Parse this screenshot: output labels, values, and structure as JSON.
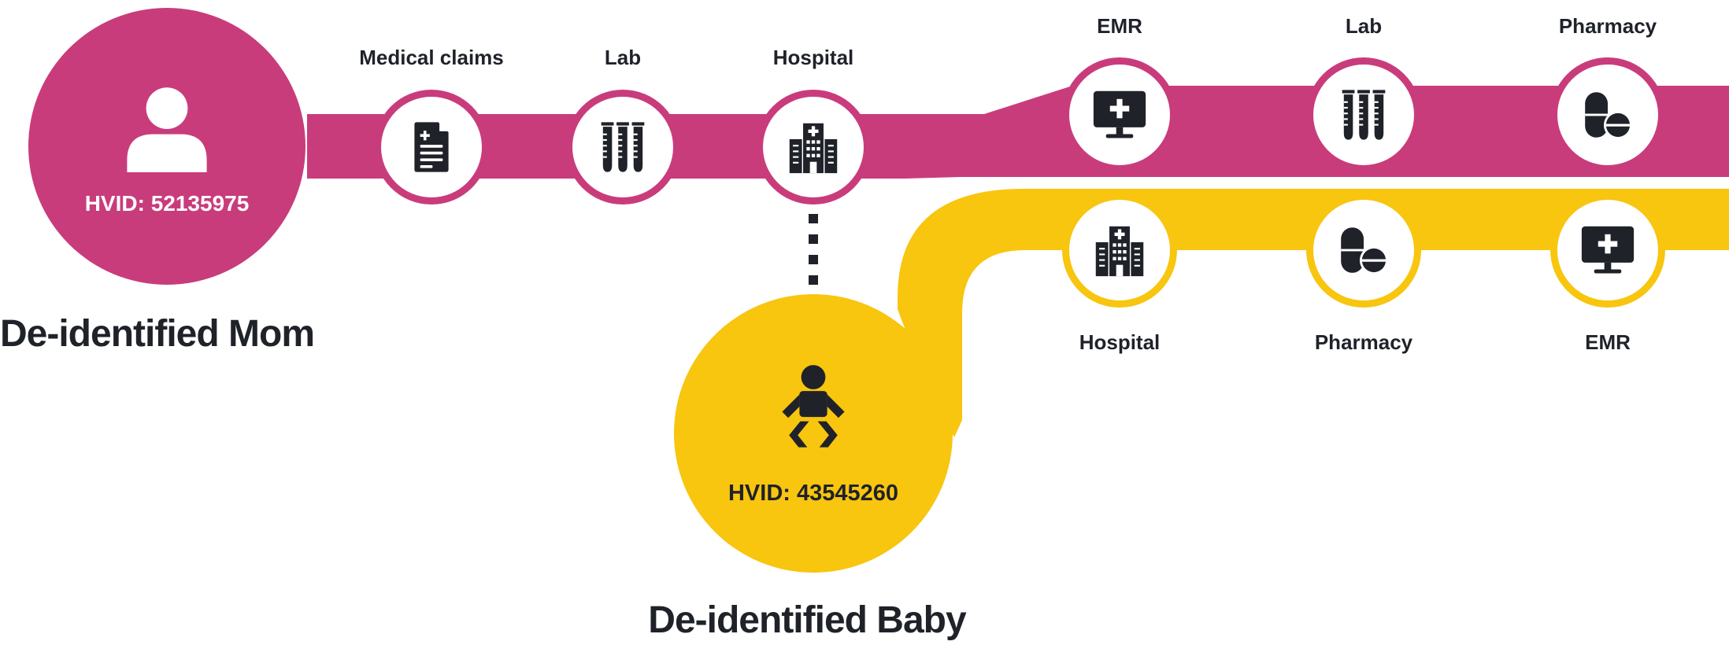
{
  "colors": {
    "mom": "#c93c7b",
    "baby": "#f8c50f",
    "ink": "#1f2229",
    "white": "#ffffff"
  },
  "mom": {
    "name": "De-identified Mom",
    "hvid": "HVID: 52135975",
    "icon": "person-icon",
    "events": [
      {
        "label": "Medical claims",
        "icon": "document-icon"
      },
      {
        "label": "Lab",
        "icon": "test-tubes-icon"
      },
      {
        "label": "Hospital",
        "icon": "hospital-icon"
      },
      {
        "label": "EMR",
        "icon": "monitor-icon"
      },
      {
        "label": "Lab",
        "icon": "test-tubes-icon"
      },
      {
        "label": "Pharmacy",
        "icon": "pills-icon"
      }
    ]
  },
  "baby": {
    "name": "De-identified Baby",
    "hvid": "HVID: 43545260",
    "icon": "baby-icon",
    "events": [
      {
        "label": "Hospital",
        "icon": "hospital-icon"
      },
      {
        "label": "Pharmacy",
        "icon": "pills-icon"
      },
      {
        "label": "EMR",
        "icon": "monitor-icon"
      }
    ]
  }
}
